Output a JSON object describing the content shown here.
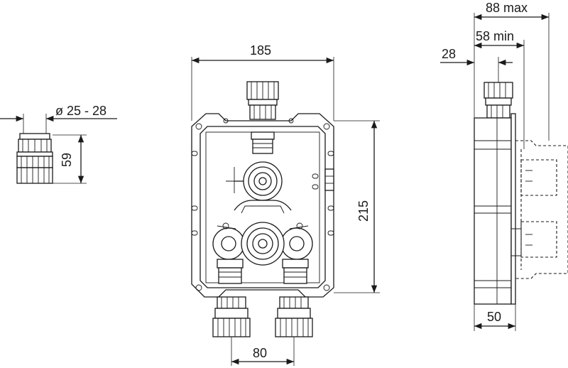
{
  "dimensions": {
    "width_total": "185",
    "height_body": "215",
    "outlet_spacing": "80",
    "fitting_height": "59",
    "fitting_diameter": "ø 25 - 28",
    "depth_max": "88 max",
    "depth_min": "58 min",
    "offset": "28",
    "body_depth": "50"
  }
}
